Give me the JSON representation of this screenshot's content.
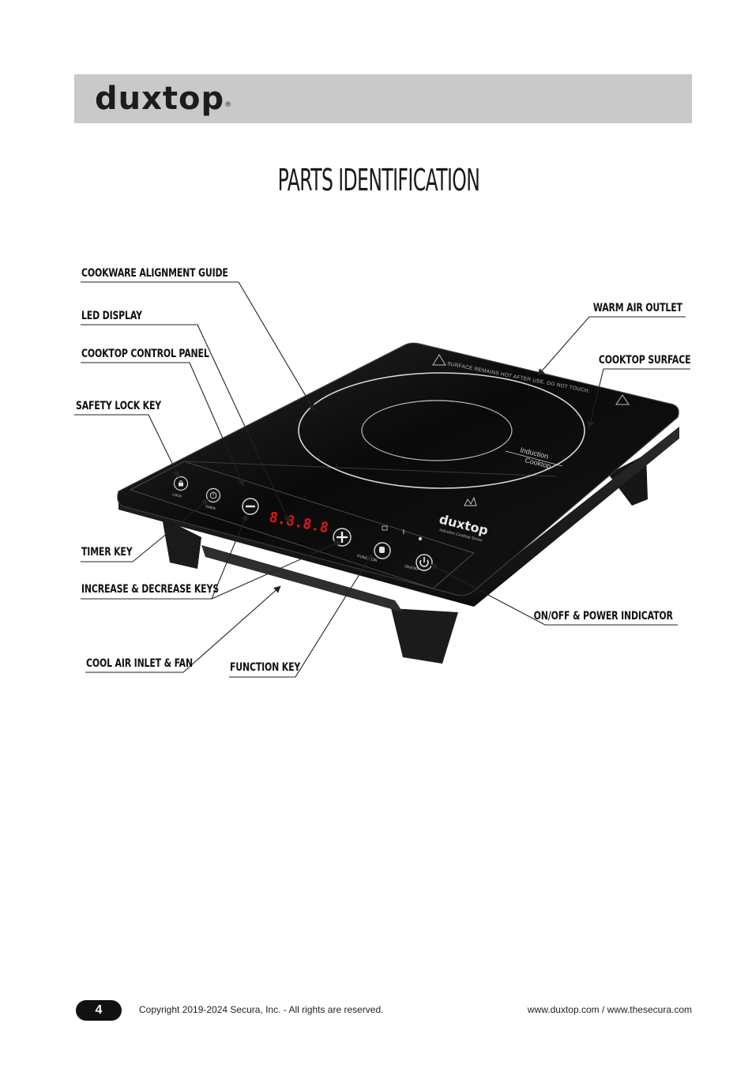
{
  "header": {
    "brand": "duxtop",
    "trademark": "®"
  },
  "page_title": "PARTS IDENTIFICATION",
  "product": {
    "warning_text": "SURFACE REMAINS HOT AFTER USE. DO NOT TOUCH.",
    "zone_label_1": "Induction",
    "zone_label_2": "Cooktop",
    "panel_brand": "duxtop",
    "panel_tagline": "Induction Cooktop Series",
    "led_digits": "8.8.8.8",
    "key_lock": "LOCK",
    "key_timer": "TIMER",
    "key_function": "FUNCTION",
    "key_onoff": "ON/OFF"
  },
  "callouts": {
    "cookware_alignment_guide": "COOKWARE ALIGNMENT GUIDE",
    "led_display": "LED DISPLAY",
    "cooktop_control_panel": "COOKTOP CONTROL PANEL",
    "safety_lock_key": "SAFETY LOCK KEY",
    "timer_key": "TIMER KEY",
    "increase_decrease_keys": "INCREASE & DECREASE KEYS",
    "cool_air_inlet_fan": "COOL AIR INLET & FAN",
    "function_key": "FUNCTION KEY",
    "warm_air_outlet": "WARM AIR OUTLET",
    "cooktop_surface": "COOKTOP SURFACE",
    "onoff_power_indicator": "ON/OFF & POWER INDICATOR"
  },
  "footer": {
    "page_number": "4",
    "copyright": "Copyright 2019-2024 Secura, Inc. - All rights are reserved.",
    "websites": "www.duxtop.com / www.thesecura.com"
  },
  "colors": {
    "header_band": "#c9c9c9",
    "glass": "#0c0c0c",
    "led_red": "#e0161c"
  }
}
